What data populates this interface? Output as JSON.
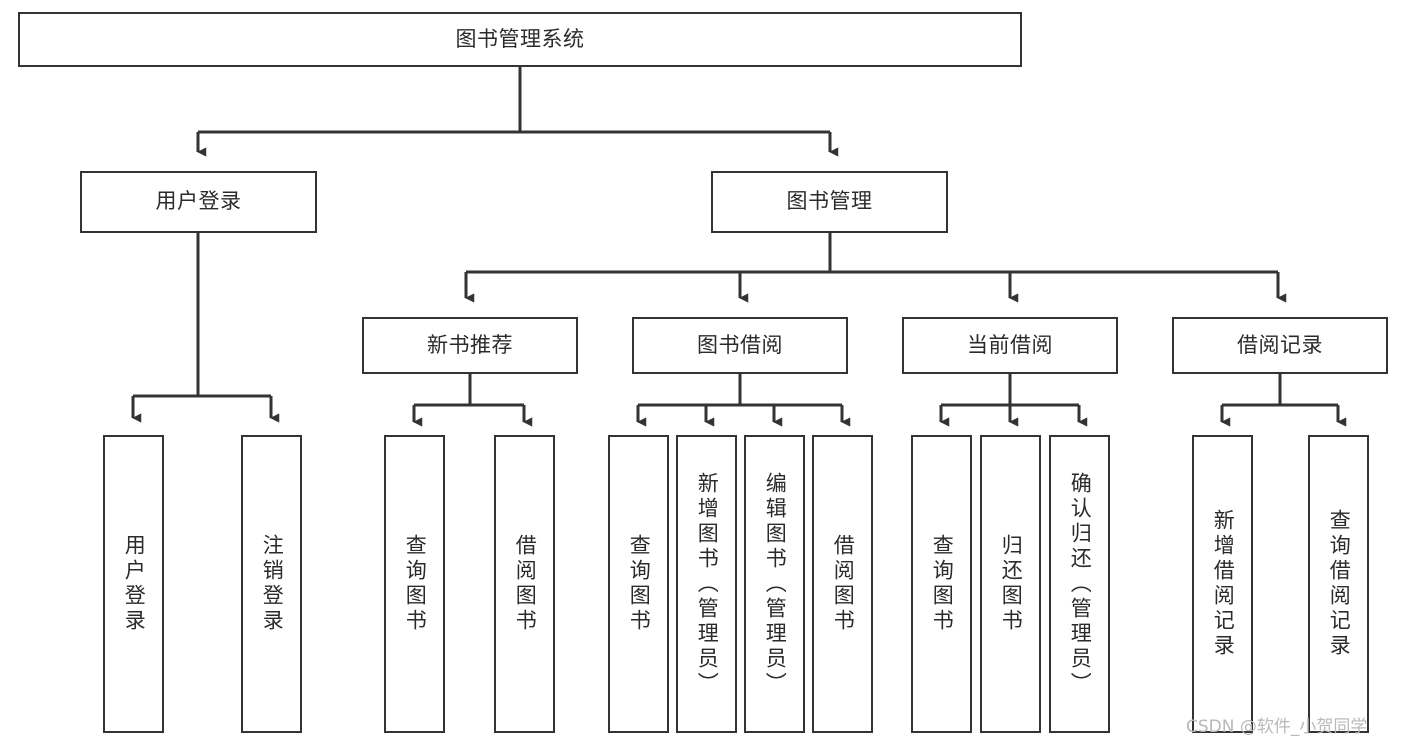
{
  "diagram": {
    "title": "图书管理系统",
    "type": "hierarchy-tree",
    "orientation": "top-down",
    "colors": {
      "box_stroke": "#333333",
      "box_fill": "#ffffff",
      "edge": "#333333",
      "text": "#2b2b2b",
      "watermark": "#b9b9b9"
    },
    "root": {
      "id": "root",
      "label": "图书管理系统"
    },
    "level2": [
      {
        "id": "user-login",
        "label": "用户登录"
      },
      {
        "id": "book-manage",
        "label": "图书管理"
      }
    ],
    "level3": [
      {
        "id": "new-book-rec",
        "label": "新书推荐",
        "parent": "book-manage"
      },
      {
        "id": "book-borrow",
        "label": "图书借阅",
        "parent": "book-manage"
      },
      {
        "id": "current-borrow",
        "label": "当前借阅",
        "parent": "book-manage"
      },
      {
        "id": "borrow-record",
        "label": "借阅记录",
        "parent": "book-manage"
      }
    ],
    "leaves": [
      {
        "id": "leaf-user-login",
        "label": "用户登录",
        "parent": "user-login"
      },
      {
        "id": "leaf-logout",
        "label": "注销登录",
        "parent": "user-login"
      },
      {
        "id": "leaf-query-book-1",
        "label": "查询图书",
        "parent": "new-book-rec"
      },
      {
        "id": "leaf-borrow-book-1",
        "label": "借阅图书",
        "parent": "new-book-rec"
      },
      {
        "id": "leaf-query-book-2",
        "label": "查询图书",
        "parent": "book-borrow"
      },
      {
        "id": "leaf-add-book",
        "label": "新增图书（管理员）",
        "parent": "book-borrow"
      },
      {
        "id": "leaf-edit-book",
        "label": "编辑图书（管理员）",
        "parent": "book-borrow"
      },
      {
        "id": "leaf-borrow-book-2",
        "label": "借阅图书",
        "parent": "book-borrow"
      },
      {
        "id": "leaf-query-book-3",
        "label": "查询图书",
        "parent": "current-borrow"
      },
      {
        "id": "leaf-return-book",
        "label": "归还图书",
        "parent": "current-borrow"
      },
      {
        "id": "leaf-confirm-return",
        "label": "确认归还（管理员）",
        "parent": "current-borrow"
      },
      {
        "id": "leaf-add-record",
        "label": "新增借阅记录",
        "parent": "borrow-record"
      },
      {
        "id": "leaf-query-record",
        "label": "查询借阅记录",
        "parent": "borrow-record"
      }
    ],
    "watermark": "CSDN @软件_小贺同学"
  }
}
